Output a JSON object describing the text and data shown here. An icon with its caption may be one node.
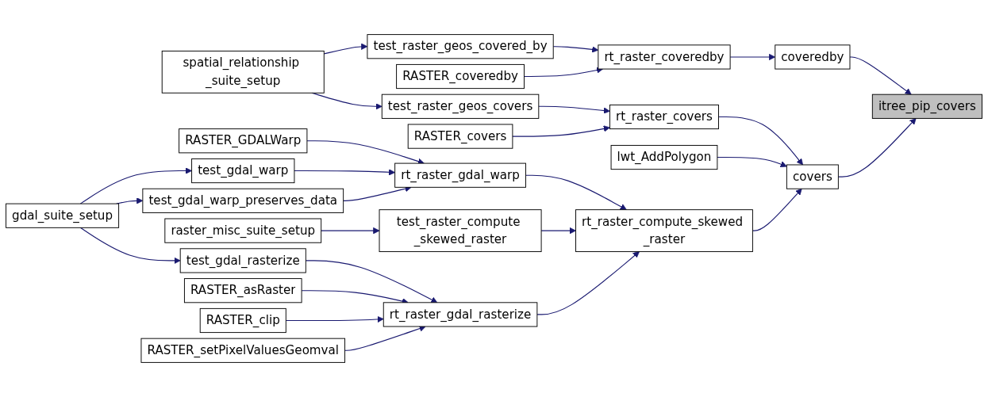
{
  "diagram": {
    "nodes": [
      {
        "text": [
          "itree_pip_covers"
        ]
      },
      {
        "text": [
          "coveredby"
        ]
      },
      {
        "text": [
          "covers"
        ]
      },
      {
        "text": [
          "rt_raster_coveredby"
        ]
      },
      {
        "text": [
          "rt_raster_covers"
        ]
      },
      {
        "text": [
          "lwt_AddPolygon"
        ]
      },
      {
        "text": [
          "rt_raster_compute_skewed _raster"
        ]
      },
      {
        "text": [
          "test_raster_geos_covered_by"
        ]
      },
      {
        "text": [
          "RASTER_coveredby"
        ]
      },
      {
        "text": [
          "test_raster_geos_covers"
        ]
      },
      {
        "text": [
          "RASTER_covers"
        ]
      },
      {
        "text": [
          "rt_raster_gdal_warp"
        ]
      },
      {
        "text": [
          "test_raster_compute _skewed_raster"
        ]
      },
      {
        "text": [
          "rt_raster_gdal_rasterize"
        ]
      },
      {
        "text": [
          "spatial_relationship _suite_setup"
        ]
      },
      {
        "text": [
          "RASTER_GDALWarp"
        ]
      },
      {
        "text": [
          "test_gdal_warp"
        ]
      },
      {
        "text": [
          "test_gdal_warp_preserves_data"
        ]
      },
      {
        "text": [
          "raster_misc_suite_setup"
        ]
      },
      {
        "text": [
          "test_gdal_rasterize"
        ]
      },
      {
        "text": [
          "RASTER_asRaster"
        ]
      },
      {
        "text": [
          "RASTER_clip"
        ]
      },
      {
        "text": [
          "RASTER_setPixelValuesGeomval"
        ]
      },
      {
        "text": [
          "gdal_suite_setup"
        ]
      }
    ],
    "edges": [
      {
        "from": 1,
        "to": 0,
        "arrow": "to"
      },
      {
        "from": 2,
        "to": 0,
        "arrow": "to"
      },
      {
        "from": 3,
        "to": 1,
        "arrow": "to"
      },
      {
        "from": 4,
        "to": 2,
        "arrow": "to"
      },
      {
        "from": 5,
        "to": 2,
        "arrow": "to"
      },
      {
        "from": 6,
        "to": 2,
        "arrow": "to"
      },
      {
        "from": 7,
        "to": 3,
        "arrow": "to"
      },
      {
        "from": 8,
        "to": 3,
        "arrow": "to"
      },
      {
        "from": 9,
        "to": 4,
        "arrow": "to"
      },
      {
        "from": 10,
        "to": 4,
        "arrow": "to"
      },
      {
        "from": 11,
        "to": 6,
        "arrow": "to"
      },
      {
        "from": 12,
        "to": 6,
        "arrow": "to"
      },
      {
        "from": 13,
        "to": 6,
        "arrow": "to"
      },
      {
        "from": 14,
        "to": 7,
        "arrow": "to"
      },
      {
        "from": 14,
        "to": 9,
        "arrow": "to"
      },
      {
        "from": 15,
        "to": 11,
        "arrow": "to"
      },
      {
        "from": 16,
        "to": 11,
        "arrow": "to"
      },
      {
        "from": 17,
        "to": 11,
        "arrow": "to"
      },
      {
        "from": 18,
        "to": 12,
        "arrow": "to"
      },
      {
        "from": 19,
        "to": 13,
        "arrow": "to"
      },
      {
        "from": 20,
        "to": 13,
        "arrow": "to"
      },
      {
        "from": 21,
        "to": 13,
        "arrow": "to"
      },
      {
        "from": 22,
        "to": 13,
        "arrow": "to"
      },
      {
        "from": 23,
        "to": 16,
        "arrow": "to"
      },
      {
        "from": 23,
        "to": 17,
        "arrow": "to"
      },
      {
        "from": 23,
        "to": 19,
        "arrow": "to"
      }
    ]
  }
}
